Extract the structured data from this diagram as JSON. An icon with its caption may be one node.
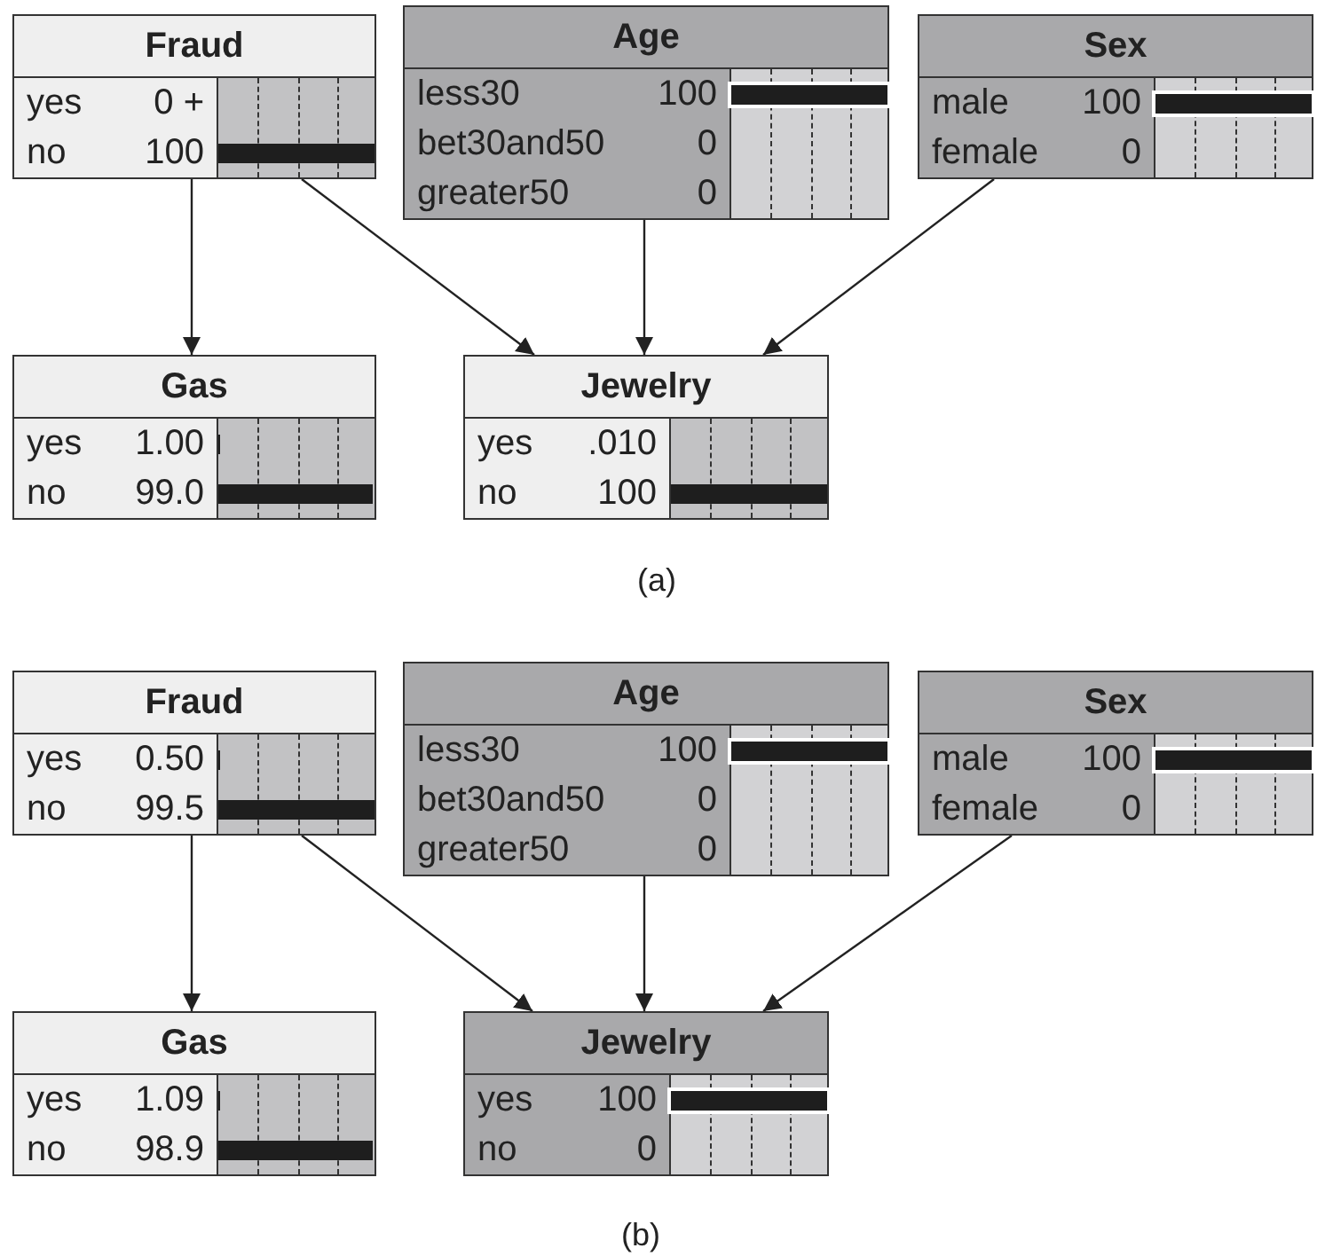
{
  "diagram": {
    "nodes": [
      {
        "text": [
          "Fraud",
          "yes",
          "0 +",
          "no",
          "100"
        ]
      },
      {
        "text": [
          "Age",
          "less30",
          "100",
          "bet30and50",
          "0",
          "greater50",
          "0"
        ]
      },
      {
        "text": [
          "Sex",
          "male",
          "100",
          "female",
          "0"
        ]
      },
      {
        "text": [
          "Gas",
          "yes",
          "1.00",
          "no",
          "99.0"
        ]
      },
      {
        "text": [
          "Jewelry",
          "yes",
          ".010",
          "no",
          "100"
        ]
      },
      {
        "text": [
          "Fraud",
          "yes",
          "0.50",
          "no",
          "99.5"
        ]
      },
      {
        "text": [
          "Age",
          "less30",
          "100",
          "bet30and50",
          "0",
          "greater50",
          "0"
        ]
      },
      {
        "text": [
          "Sex",
          "male",
          "100",
          "female",
          "0"
        ]
      },
      {
        "text": [
          "Gas",
          "yes",
          "1.09",
          "no",
          "98.9"
        ]
      },
      {
        "text": [
          "Jewelry",
          "yes",
          "100",
          "no",
          "0"
        ]
      }
    ],
    "edges": [
      {
        "from": 0,
        "to": 3,
        "arrow": "to"
      },
      {
        "from": 0,
        "to": 4,
        "arrow": "to"
      },
      {
        "from": 1,
        "to": 4,
        "arrow": "to"
      },
      {
        "from": 2,
        "to": 4,
        "arrow": "to"
      },
      {
        "from": 5,
        "to": 8,
        "arrow": "to"
      },
      {
        "from": 5,
        "to": 9,
        "arrow": "to"
      },
      {
        "from": 6,
        "to": 9,
        "arrow": "to"
      },
      {
        "from": 7,
        "to": 9,
        "arrow": "to"
      }
    ],
    "labels": [
      "(a)",
      "(b)"
    ]
  }
}
